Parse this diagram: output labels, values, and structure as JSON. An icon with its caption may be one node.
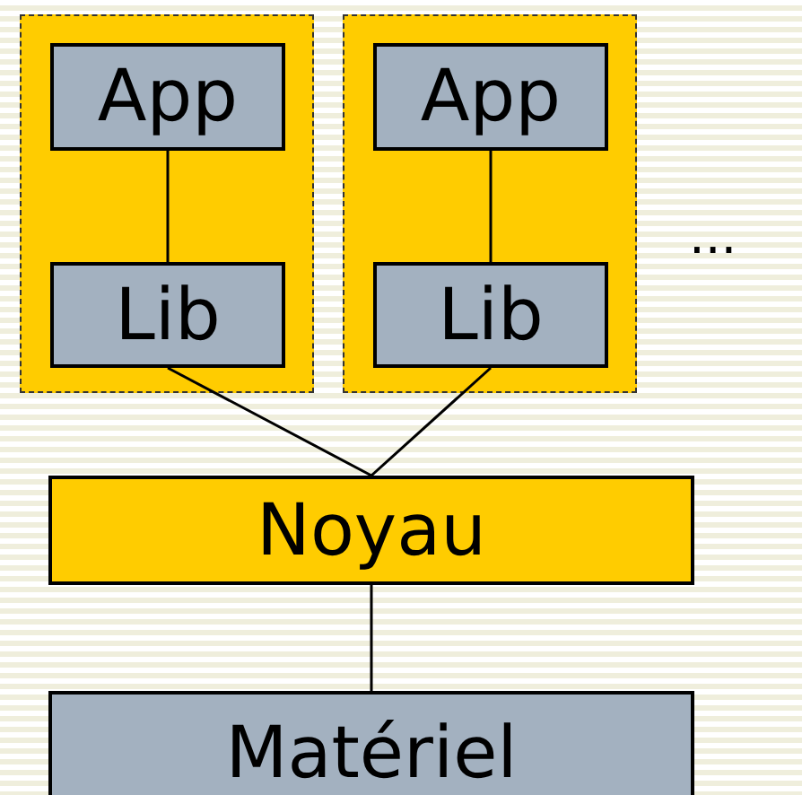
{
  "diagram": {
    "nodes": [
      {
        "text": [],
        "shape": "box"
      },
      {
        "text": [
          "App"
        ],
        "in": 0
      },
      {
        "text": [
          "Lib"
        ],
        "in": 0
      },
      {
        "text": [],
        "shape": "box"
      },
      {
        "text": [
          "App"
        ],
        "in": 3
      },
      {
        "text": [
          "Lib"
        ],
        "in": 3
      },
      {
        "text": [
          "Noyau"
        ]
      },
      {
        "text": [
          "Matériel"
        ]
      }
    ],
    "edges": [
      {
        "from": 1,
        "to": 2,
        "arrow": "none"
      },
      {
        "from": 4,
        "to": 5,
        "arrow": "none"
      },
      {
        "from": 2,
        "to": 6,
        "arrow": "none"
      },
      {
        "from": 5,
        "to": 6,
        "arrow": "none"
      },
      {
        "from": 6,
        "to": 7,
        "arrow": "none"
      }
    ],
    "labels": [
      "..."
    ]
  }
}
